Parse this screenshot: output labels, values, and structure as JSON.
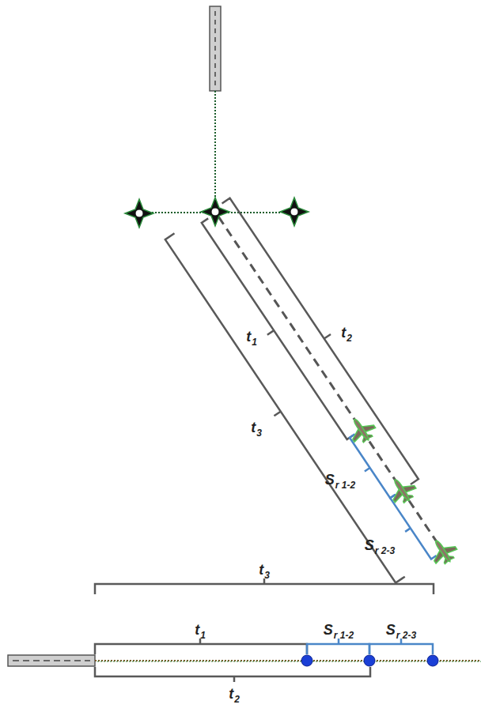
{
  "diagram": {
    "labels": [
      "t2",
      "t1",
      "t3",
      "Sr 1-2",
      "Sr 2-3",
      "t3",
      "t1",
      "Sr 1-2",
      "Sr 2-3",
      "t2"
    ]
  }
}
